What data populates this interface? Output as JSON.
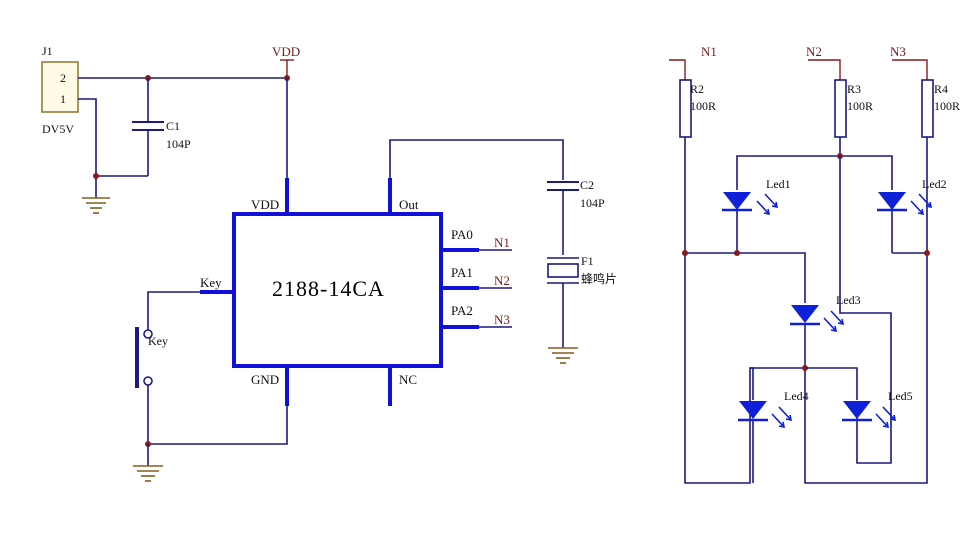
{
  "connector": {
    "ref": "J1",
    "pin_top": "2",
    "pin_bottom": "1",
    "value": "DV5V"
  },
  "power": {
    "vdd": "VDD"
  },
  "c1": {
    "ref": "C1",
    "value": "104P"
  },
  "c2": {
    "ref": "C2",
    "value": "104P"
  },
  "buzzer": {
    "ref": "F1",
    "value": "蜂鸣片"
  },
  "chip": {
    "name": "2188-14CA",
    "pins": {
      "vdd": "VDD",
      "out": "Out",
      "key": "Key",
      "gnd": "GND",
      "nc": "NC",
      "pa0": "PA0",
      "pa1": "PA1",
      "pa2": "PA2"
    }
  },
  "switch": {
    "ref": "Key"
  },
  "nets": {
    "n1": "N1",
    "n2": "N2",
    "n3": "N3"
  },
  "resistors": [
    {
      "ref": "R2",
      "value": "100R"
    },
    {
      "ref": "R3",
      "value": "100R"
    },
    {
      "ref": "R4",
      "value": "100R"
    }
  ],
  "leds": [
    "Led1",
    "Led2",
    "Led3",
    "Led4",
    "Led5"
  ]
}
